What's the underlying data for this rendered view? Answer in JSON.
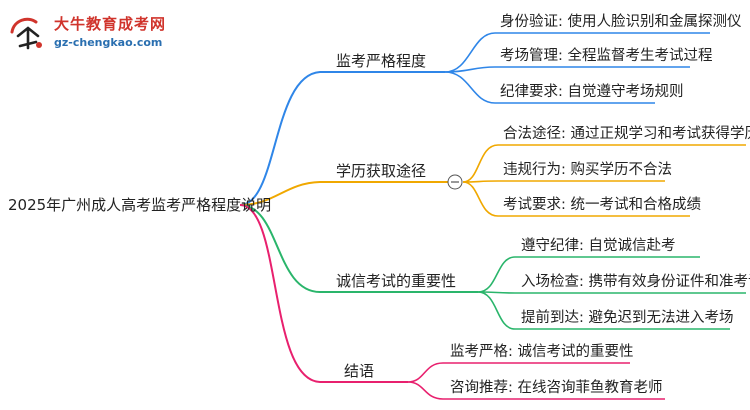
{
  "logo": {
    "title": "大牛教育成考网",
    "url": "gz-chengkao.com"
  },
  "root": "2025年广州成人高考监考严格程度说明",
  "branches": [
    {
      "id": "b1",
      "label": "监考严格程度",
      "color": "#2f86e8",
      "children": [
        "身份验证: 使用人脸识别和金属探测仪",
        "考场管理: 全程监督考生考试过程",
        "纪律要求: 自觉遵守考场规则"
      ]
    },
    {
      "id": "b2",
      "label": "学历获取途径",
      "color": "#f0a800",
      "children": [
        "合法途径: 通过正规学习和考试获得学历",
        "违规行为: 购买学历不合法",
        "考试要求: 统一考试和合格成绩"
      ]
    },
    {
      "id": "b3",
      "label": "诚信考试的重要性",
      "color": "#2ab56b",
      "children": [
        "遵守纪律: 自觉诚信赴考",
        "入场检查: 携带有效身份证件和准考证",
        "提前到达: 避免迟到无法进入考场"
      ]
    },
    {
      "id": "b4",
      "label": "结语",
      "color": "#e8206e",
      "children": [
        "监考严格: 诚信考试的重要性",
        "咨询推荐: 在线咨询菲鱼教育老师"
      ]
    }
  ]
}
